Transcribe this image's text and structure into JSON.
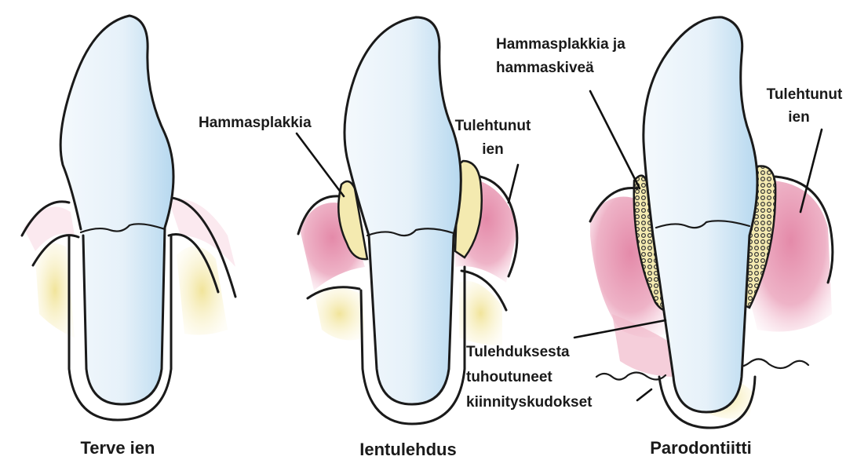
{
  "panels": [
    {
      "caption": "Terve ien"
    },
    {
      "caption": "Ientulehdus"
    },
    {
      "caption": "Parodontiitti"
    }
  ],
  "labels": {
    "plaque": "Hammasplakkia",
    "plaque_tartar_line1": "Hammasplakkia ja",
    "plaque_tartar_line2": "hammaskiveä",
    "inflamed_gum_1_line1": "Tulehtunut",
    "inflamed_gum_1_line2": "ien",
    "inflamed_gum_2_line1": "Tulehtunut",
    "inflamed_gum_2_line2": "ien",
    "destroyed_line1": "Tulehduksesta",
    "destroyed_line2": "tuhoutuneet",
    "destroyed_line3": "kiinnityskudokset"
  },
  "colors": {
    "enamel": "#e9f3fa",
    "enamel_shade": "#b9daf0",
    "gum_pink": "#e9a6bd",
    "bone_yellow": "#f2e7a6",
    "plaque": "#f4eab0",
    "outline": "#1a1a1a"
  }
}
